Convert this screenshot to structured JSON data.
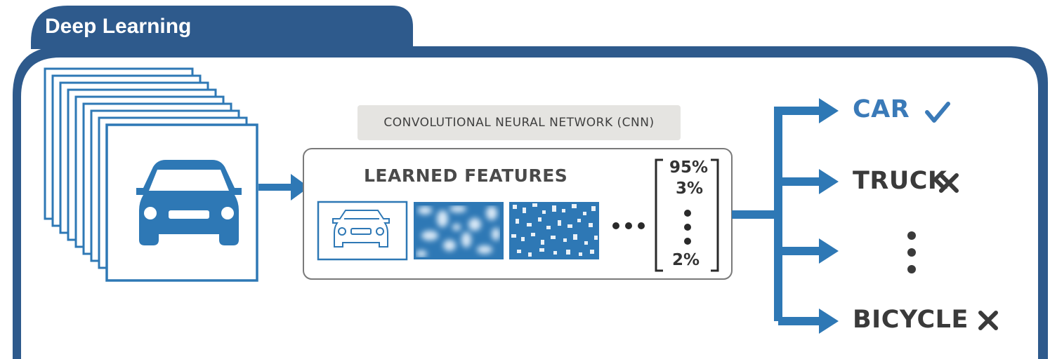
{
  "title": "Deep Learning",
  "cnn_label": "CONVOLUTIONAL NEURAL NETWORK (CNN)",
  "learned_features": "LEARNED FEATURES",
  "probabilities": [
    "95%",
    "3%",
    "2%"
  ],
  "classes": [
    {
      "label": "CAR",
      "status": "check",
      "color": "#3a7ab8"
    },
    {
      "label": "TRUCK",
      "status": "cross",
      "color": "#3a3a3a"
    },
    {
      "label": "BICYCLE",
      "status": "cross",
      "color": "#3a3a3a"
    }
  ],
  "colors": {
    "frame": "#2e5a8c",
    "accent": "#2e78b5",
    "label_bg": "#e5e4e1"
  },
  "icons": [
    "car-icon",
    "car-outline-icon",
    "arrow-icon",
    "check-icon",
    "cross-icon",
    "ellipsis-icon"
  ]
}
